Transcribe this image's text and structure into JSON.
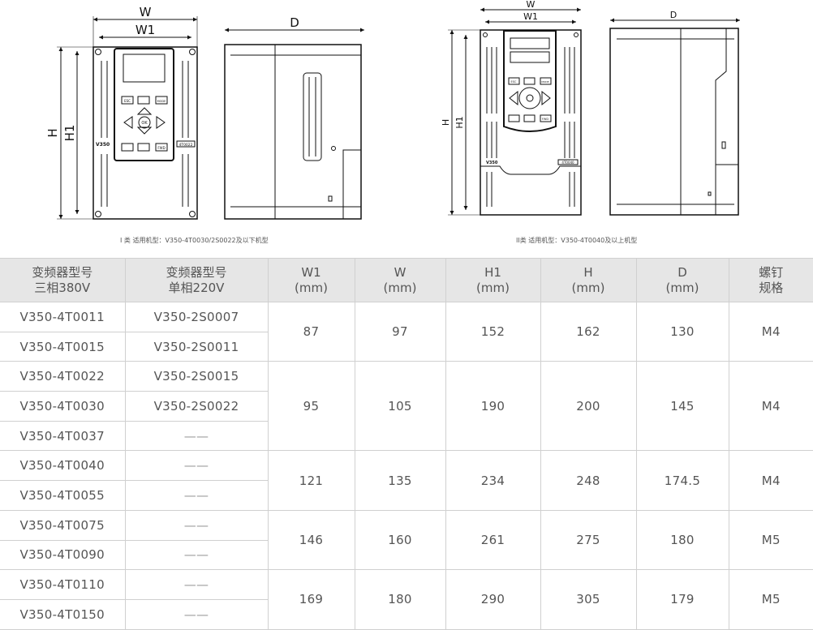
{
  "drawings": {
    "type1": {
      "W": "W",
      "W1": "W1",
      "H": "H",
      "H1": "H1",
      "D": "D",
      "brand": "V350",
      "model": "4T0022",
      "keys": {
        "esc": "ESC",
        "mode": "MODE",
        "ok": "OK",
        "fwd": "FWD"
      }
    },
    "type2": {
      "W": "W",
      "W1": "W1",
      "H": "H",
      "H1": "H1",
      "D": "D",
      "brand": "V350",
      "model": "4T0040",
      "keys": {
        "esc": "ESC",
        "mode": "MODE",
        "fwd": "FWD"
      }
    }
  },
  "captions": {
    "type1": "I 类 适用机型：V350-4T0030/2S0022及以下机型",
    "type2": "II类 适用机型：V350-4T0040及以上机型"
  },
  "table": {
    "headers": [
      [
        "变频器型号",
        "三相380V"
      ],
      [
        "变频器型号",
        "单相220V"
      ],
      [
        "W1",
        "(mm)"
      ],
      [
        "W",
        "(mm)"
      ],
      [
        "H1",
        "(mm)"
      ],
      [
        "H",
        "(mm)"
      ],
      [
        "D",
        "(mm)"
      ],
      [
        "螺钉",
        "规格"
      ]
    ],
    "groups": [
      {
        "rows": [
          [
            "V350-4T0011",
            "V350-2S0007"
          ],
          [
            "V350-4T0015",
            "V350-2S0011"
          ]
        ],
        "W1": "87",
        "W": "97",
        "H1": "152",
        "H": "162",
        "D": "130",
        "screw": "M4"
      },
      {
        "rows": [
          [
            "V350-4T0022",
            "V350-2S0015"
          ],
          [
            "V350-4T0030",
            "V350-2S0022"
          ],
          [
            "V350-4T0037",
            "——"
          ]
        ],
        "W1": "95",
        "W": "105",
        "H1": "190",
        "H": "200",
        "D": "145",
        "screw": "M4"
      },
      {
        "rows": [
          [
            "V350-4T0040",
            "——"
          ],
          [
            "V350-4T0055",
            "——"
          ]
        ],
        "W1": "121",
        "W": "135",
        "H1": "234",
        "H": "248",
        "D": "174.5",
        "screw": "M4"
      },
      {
        "rows": [
          [
            "V350-4T0075",
            "——"
          ],
          [
            "V350-4T0090",
            "——"
          ]
        ],
        "W1": "146",
        "W": "160",
        "H1": "261",
        "H": "275",
        "D": "180",
        "screw": "M5"
      },
      {
        "rows": [
          [
            "V350-4T0110",
            "——"
          ],
          [
            "V350-4T0150",
            "——"
          ]
        ],
        "W1": "169",
        "W": "180",
        "H1": "290",
        "H": "305",
        "D": "179",
        "screw": "M5"
      }
    ]
  }
}
